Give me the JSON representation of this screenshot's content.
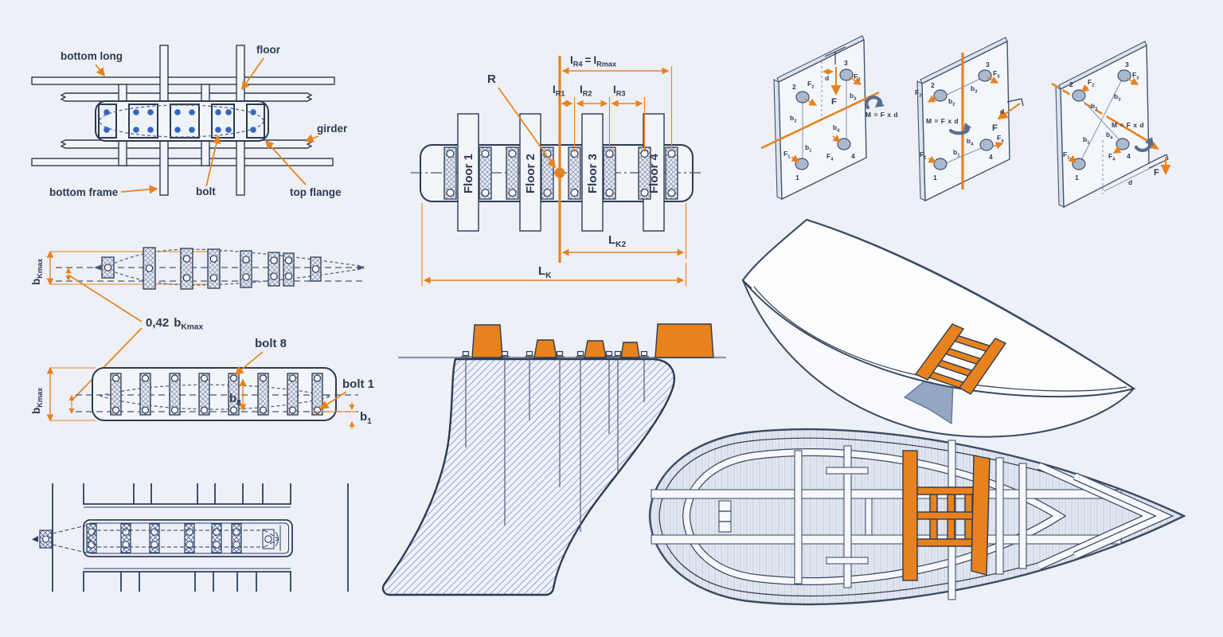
{
  "palette": {
    "background": "#edf0f6",
    "navy": "#2d3a52",
    "orange": "#e8821e",
    "bolt_blue": "#3565c4",
    "steel_blue": "#93a6c2",
    "panel": "#f2f5fa",
    "blueprint_navy": "#2c3e66"
  },
  "labels": {
    "girder_construction": {
      "bottom_long": "bottom long",
      "floor": "floor",
      "girder": "girder",
      "bottom_frame": "bottom frame",
      "bolt": "bolt",
      "top_flange": "top flange"
    },
    "keel_width": {
      "b": "b",
      "kmax": "Kmax",
      "factor": "0,42",
      "bolt8": "bolt 8",
      "sub8": "8",
      "bolt1": "bolt 1",
      "sub1": "1"
    },
    "floor_spacing": {
      "r": "R",
      "i": "I",
      "r1": "R1",
      "r2": "R2",
      "r3": "R3",
      "r4": "R4",
      "eq": "=",
      "rmax": "Rmax",
      "l": "L",
      "k2": "K2",
      "k": "K",
      "floors": [
        "Floor 1",
        "Floor 2",
        "Floor 3",
        "Floor 4"
      ]
    },
    "bolt_plate": {
      "moment": "M = F x d",
      "f": "F",
      "b": "b",
      "d": "d",
      "n1": "1",
      "n2": "2",
      "n3": "3",
      "n4": "4"
    }
  }
}
